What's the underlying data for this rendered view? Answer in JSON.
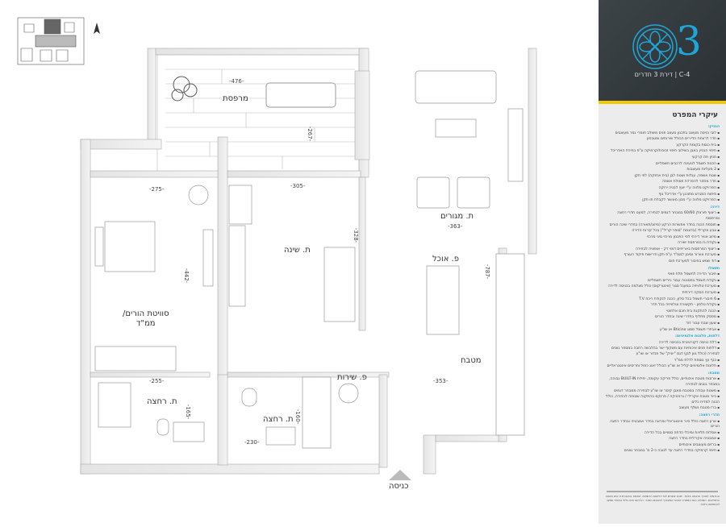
{
  "panel": {
    "number": "3",
    "subtitle": "C-4 | דירת 3 חדרים",
    "spec_title": "עיקרי המפרט",
    "accent": "#1fa6d8",
    "stripe": "#f2c800",
    "sections": [
      {
        "title": "הבניין:",
        "items": [
          "לובי כניסה מעוצב בתכנון מעצב פנים משולב חומרי גמר מעוצבים",
          "חדר לרווחת הדיירים הכולל שירותים ומטבחון",
          "בית כנסת בקומת הקרקע",
          "חיפוי הבניין באבן בשילוב חיפוי זכוכית/קרמיקה ע\"פ בחירת האדריכל",
          "חניון תת קרקעי",
          "הכנות חשמל לטעינה לרכבים חשמליים",
          "2 מעליות מעוצבות",
          "שטח אשפה, עגלות ושטח לבן (בית אחזקה) לפי תקן",
          "חדר מחזור להפרדת פסולת אשפה",
          "הפרויקט מלווה ע\"י יועץ לבניה ירוקה",
          "פיתוח המגרש מתוכנן ע\"י אדריכל נוף",
          "הפרויקט מלווה ע\"י מכון מאושר לקבלת תו תקן"
        ]
      },
      {
        "title": "דירה:",
        "items": [
          "ריצוף פורצלן 60/60 במבחר דגמים לבחירה, למעט חדרי רחצה ומרפסות",
          "תוספת הכנה בחדר אפשרות הרקע (מיזוג/תאורה) בחדרי שינה הורים",
          "צבע אקרילי (בדוגמת \"סופר-קריל\") בכל קירות הדירה",
          "מיזוג אוויר דירתי לפי התכנון מרכזי מיני מרכזי",
          "נקודת גז במרפסת ישירה",
          "ריצוף המרפסות באריחים דמוי דק - אופציה לבחירה",
          "מערכת אוורור וסינון לממ\"ד ע\"פ תקן ודרישות פיקוד העורף",
          "דוד שמש בחיבור למערכת חום"
        ]
      },
      {
        "title": "חשמל:",
        "items": [
          "חיבור הדירה לחשמל תלת פאזי",
          "נקודת חשמל בפסנטה עבור כיריים חשמליים",
          "מערכת טלוויזיה במעגל סגור (אינטרקום) כולל מצלמה בכניסה לדירה",
          "מערכת הסקה דירתית",
          "6 חיבורי חשמל בכל סלון, הכנה לנקודת ריכוז T.V",
          "נקודת טלפון - תקשורת וטלוויזיה בכל חדר",
          "הכנה להתקנת בית חכם אלחוטי",
          "מפסק מחליף בחדרי שינה ובחדר הורים",
          "שעון שבת עבור דוד",
          "אביזרי חשמל מסוג Bticino או שו\"ע"
        ]
      },
      {
        "title": "דלתות, חלונות אלומיניום:",
        "items": [
          "דלת כניסה דקורטיבית בכניסה לדירה",
          "דלתות פנים איכותיות עם משקוף ישר בהלבשה רחבה במספר גוונים לבחירה (כולל גוון לבן) דגם \"יוניק\" של פנדור או שו\"ע",
          "כנף עץ נוספת לדלת ממ\"ד",
          "חלונות אלומיניום קליל או שו\"ע הכולל זיגוג כפול ותריסים אינטגראליים"
        ]
      },
      {
        "title": "מטבח:",
        "items": [
          "ארונות מטבח איכותיים, כולל פריקה עקומה, יחידת BUILT-IN גבוהה, במבחר גוונים לבחירה",
          "משטח עבודה במטבח מאבן קיסר או שו\"ע לבחירה ממבחר דגמים",
          "כיור מטבח אקרילי / גרניטיקה / פרנקס בהתקנה שטוחה לבחירה, כולל הכנה למדיח כלים",
          "ברז מטבח נשלף מעוצב"
        ]
      },
      {
        "title": "חדרי רחצה:",
        "items": [
          "ארון רחצה כולל כיור אינטגראלי ומראה בחדר אמבטיה ובחדר רחצה הורים",
          "אסלות תלויות ומיכלי הדחה סמויים בכל הדירה",
          "אמבטיה אקרילית בחדר רחצה",
          "ברזים מעוצבים איכותיים",
          "חיפוי קרמיקה בחדרי רחצה עד לגובה כ-2 מ' במבחר גוונים"
        ]
      }
    ],
    "footnote": "ההדמיה לצורך הדגמה בלבד. יתכנו שינויים לפי דרישות הרשויות. האמור בחוברת זו אינו מהווה התחייבות. המחייב הוא המפרט הטכני המצורף להסכם המכר. הריהוט אינו כלול במחיר ומוצג להמחשה בלבד."
  },
  "plan": {
    "rooms": {
      "balcony": "מרפסת",
      "master": "סוויטת הורים/",
      "master2": "ממ\"ד",
      "bedroom": "ת. שינה",
      "living": "ת. מגורים",
      "dining": "פ. אוכל",
      "kitchen": "מטבח",
      "bath1": "ת. רחצה",
      "bath2": "ת. רחצה",
      "service": "פ. שירות",
      "entrance": "כניסה"
    },
    "dims": {
      "balcony_w": "-476-",
      "balcony_h": "-267-",
      "master_w": "-275-",
      "master_h": "-442-",
      "bedroom_w": "-305-",
      "bedroom_h": "-328-",
      "living_w": "-363-",
      "living_h": "-787-",
      "kitchen_w": "-353-",
      "bath1_w": "-255-",
      "bath1_h": "-165-",
      "bath2_w": "-230-",
      "bath2_h": "-160-"
    }
  }
}
